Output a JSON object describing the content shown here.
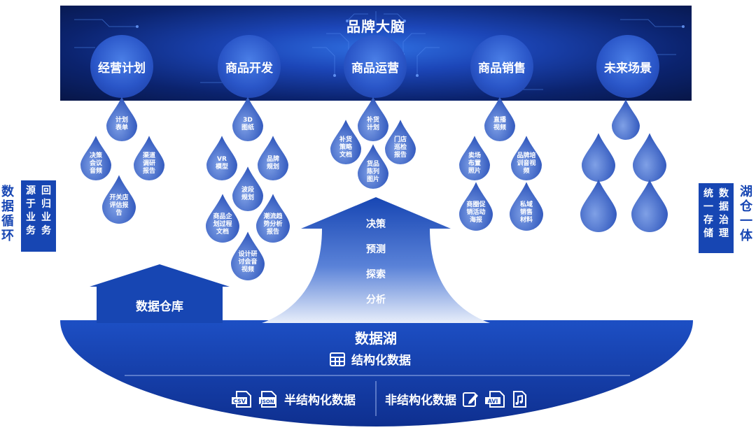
{
  "banner": {
    "title": "品牌大脑",
    "pills": [
      "经营计划",
      "商品开发",
      "商品运营",
      "商品销售",
      "未来场景"
    ]
  },
  "left_side": {
    "vertical": "数据循环",
    "box_col1": "源于业务",
    "box_col2": "回归业务"
  },
  "right_side": {
    "box_col1": "统一存储",
    "box_col2": "数据治理",
    "vertical": "湖仓一体"
  },
  "drops": {
    "plan_form": "计划\n表单",
    "decision_audio": "决策\n会议\n音频",
    "channel_report": "渠道\n调研\n报告",
    "store_report": "开关店\n评估报\n告",
    "drawing_3d": "3D\n图纸",
    "vr_model": "VR\n模型",
    "brand_plan": "品牌\n规划",
    "wave_plan": "波段\n规划",
    "product_doc": "商品企\n划过程\n文档",
    "trend_report": "潮流趋\n势分析\n报告",
    "design_audio": "设计研\n讨会音\n视频",
    "replenish_plan": "补货\n计划",
    "replenish_doc": "补货\n策略\n文档",
    "store_inspect": "门店\n巡检\n报告",
    "display_photo": "货品\n陈列\n图片",
    "live_video": "直播\n视频",
    "store_layout": "卖场\n布置\n照片",
    "training_video": "品牌培\n训音视\n频",
    "promo_poster": "商圈促\n销活动\n海报",
    "private_material": "私域\n销售\n材料"
  },
  "arrow": {
    "words": [
      "决策",
      "预测",
      "探索",
      "分析"
    ]
  },
  "warehouse": {
    "label": "数据仓库"
  },
  "lake": {
    "title": "数据湖",
    "structured": "结构化数据",
    "semi_structured": "半结构化数据",
    "unstructured": "非结构化数据",
    "icons": [
      "table-icon",
      "csv-file-icon",
      "json-file-icon",
      "edit-icon",
      "avi-file-icon",
      "music-file-icon"
    ],
    "icon_text": {
      "csv": "CSV",
      "json": "JSON",
      "avi": "AVI"
    }
  },
  "colors": {
    "primary_blue": "#1746b3",
    "banner_dark": "#071647",
    "drop_light": "#7fa0e6",
    "drop_dark": "#274fb8"
  }
}
